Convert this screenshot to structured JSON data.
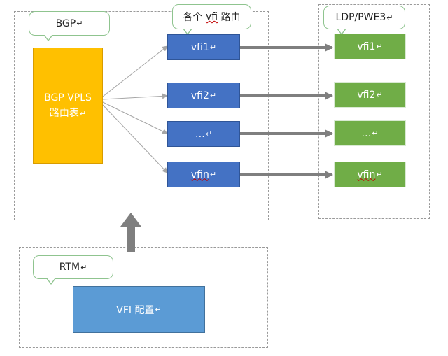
{
  "return_mark": "↵",
  "top_group": {
    "callout_label": "BGP",
    "bgp_table_lines": [
      "BGP VPLS",
      "路由表"
    ]
  },
  "vfi_group": {
    "callout_prefix": "各个 ",
    "callout_underlined": "vfi",
    "callout_suffix": " 路由",
    "items": [
      "vfi1",
      "vfi2",
      "…",
      "vfin"
    ]
  },
  "ldp_group": {
    "callout_label": "LDP/PWE3",
    "items": [
      "vfi1",
      "vfi2",
      "…",
      "vfin"
    ]
  },
  "rtm_group": {
    "callout_label": "RTM",
    "config_label": "VFI 配置"
  },
  "colors": {
    "bgp_table": "#ffc000",
    "vfi_box": "#4472c4",
    "pw_box": "#70ad47",
    "vfi_config": "#5b9bd5",
    "arrow": "#7f7f7f",
    "connector": "#a6a6a6"
  }
}
